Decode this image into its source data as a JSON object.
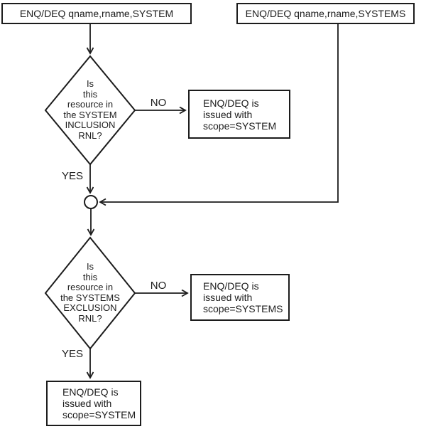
{
  "flowchart": {
    "nodes": {
      "start_left": {
        "label": "ENQ/DEQ qname,rname,SYSTEM"
      },
      "start_right": {
        "label": "ENQ/DEQ qname,rname,SYSTEMS"
      },
      "decision1": {
        "label": "Is\nthis\nresource in\nthe SYSTEM\nINCLUSION\nRNL?"
      },
      "result1": {
        "label": "ENQ/DEQ is\nissued with\nscope=SYSTEM"
      },
      "decision2": {
        "label": "Is\nthis\nresource in\nthe SYSTEMS\nEXCLUSION\nRNL?"
      },
      "result2": {
        "label": "ENQ/DEQ is\nissued with\nscope=SYSTEMS"
      },
      "result3": {
        "label": "ENQ/DEQ is\nissued with\nscope=SYSTEM"
      }
    },
    "edge_labels": {
      "decision1_no": "NO",
      "decision1_yes": "YES",
      "decision2_no": "NO",
      "decision2_yes": "YES"
    },
    "colors": {
      "line": "#1c1c1c",
      "background": "#ffffff"
    }
  }
}
